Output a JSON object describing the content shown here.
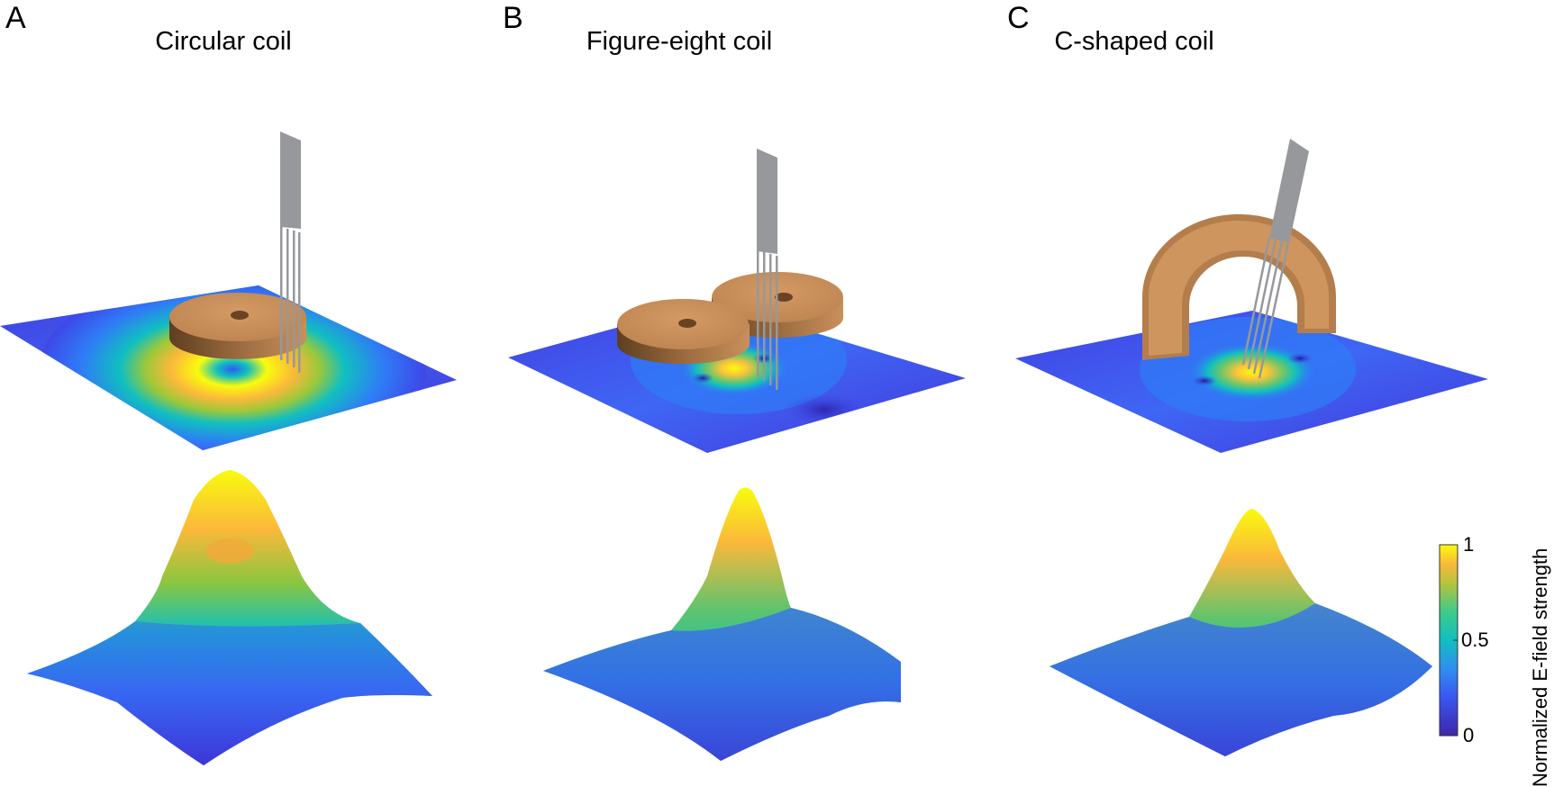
{
  "panels": [
    {
      "letter": "A",
      "title": "Circular coil",
      "coil": "circular"
    },
    {
      "letter": "B",
      "title": "Figure-eight coil",
      "coil": "figure-eight"
    },
    {
      "letter": "C",
      "title": "C-shaped coil",
      "coil": "c-shaped"
    }
  ],
  "colorbar": {
    "label": "Normalized E-field strength",
    "ticks": [
      "1",
      "0.5",
      "0"
    ],
    "range": [
      0,
      1
    ],
    "colormap": "parula"
  },
  "colors": {
    "low": "#3e26a8",
    "mid_low": "#2f7cf6",
    "mid": "#10bfc0",
    "mid_high": "#8cc63f",
    "high_orange": "#fbb83a",
    "max": "#f9fb0e",
    "coil": "#c58b59",
    "electrode": "#96989b"
  },
  "chart_data": {
    "type": "heatmap",
    "title": "",
    "description": "Three TMS coil configurations with top-view E-field maps on a plane and 3D surface plots of normalized E-field strength",
    "panels": [
      {
        "label": "A",
        "title": "Circular coil",
        "field_shape": "ring (donut) with central minimum",
        "peak": 1.0,
        "center_value": 0.7
      },
      {
        "label": "B",
        "title": "Figure-eight coil",
        "field_shape": "single focal peak under coil junction",
        "peak": 1.0
      },
      {
        "label": "C",
        "title": "C-shaped coil",
        "field_shape": "single focal peak at C-gap",
        "peak": 1.0
      }
    ],
    "colorbar": {
      "label": "Normalized E-field strength",
      "ticks": [
        0,
        0.5,
        1
      ],
      "range": [
        0,
        1
      ]
    }
  }
}
